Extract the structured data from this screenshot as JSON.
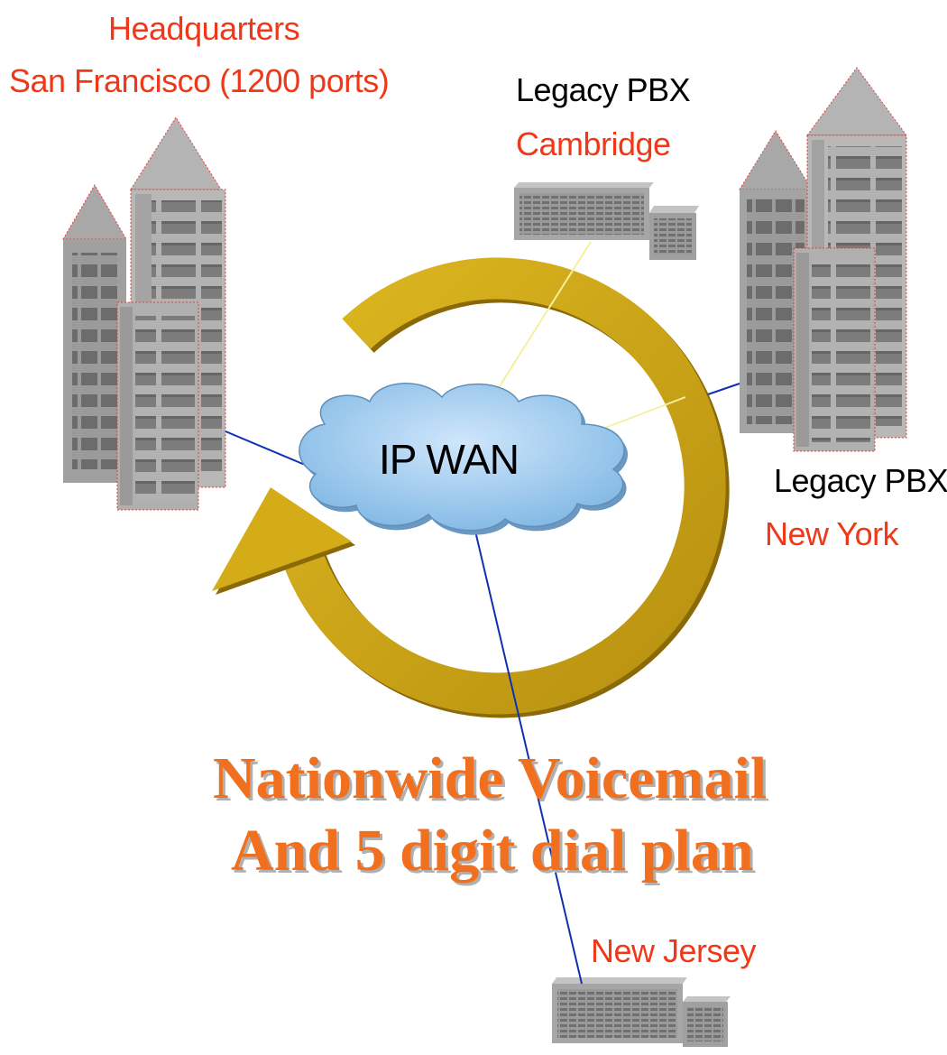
{
  "colors": {
    "label_red": "#f03818",
    "label_black": "#000000",
    "headline": "#f07020",
    "arrow_gold": "#c8a010",
    "cloud_blue": "#90c4ec",
    "link_blue": "#1030b0",
    "link_yellow": "#f4f0a0",
    "building_gray": "#9c9c9c"
  },
  "sites": {
    "headquarters": {
      "title": "Headquarters",
      "subtitle": "San Francisco (1200 ports)"
    },
    "cambridge": {
      "title": "Legacy PBX",
      "subtitle": "Cambridge"
    },
    "new_york": {
      "title": "Legacy PBX",
      "subtitle": "New York"
    },
    "new_jersey": {
      "subtitle": "New Jersey"
    }
  },
  "network": {
    "label": "IP WAN"
  },
  "headline": {
    "line1": "Nationwide Voicemail",
    "line2": "And 5 digit dial plan"
  },
  "icons": {
    "hq": "office-building-icon",
    "ny": "office-building-icon",
    "cambridge_pbx": "pbx-device-icon",
    "nj_pbx": "pbx-device-icon",
    "cloud": "cloud-icon",
    "arrow": "circular-arrow-icon"
  }
}
